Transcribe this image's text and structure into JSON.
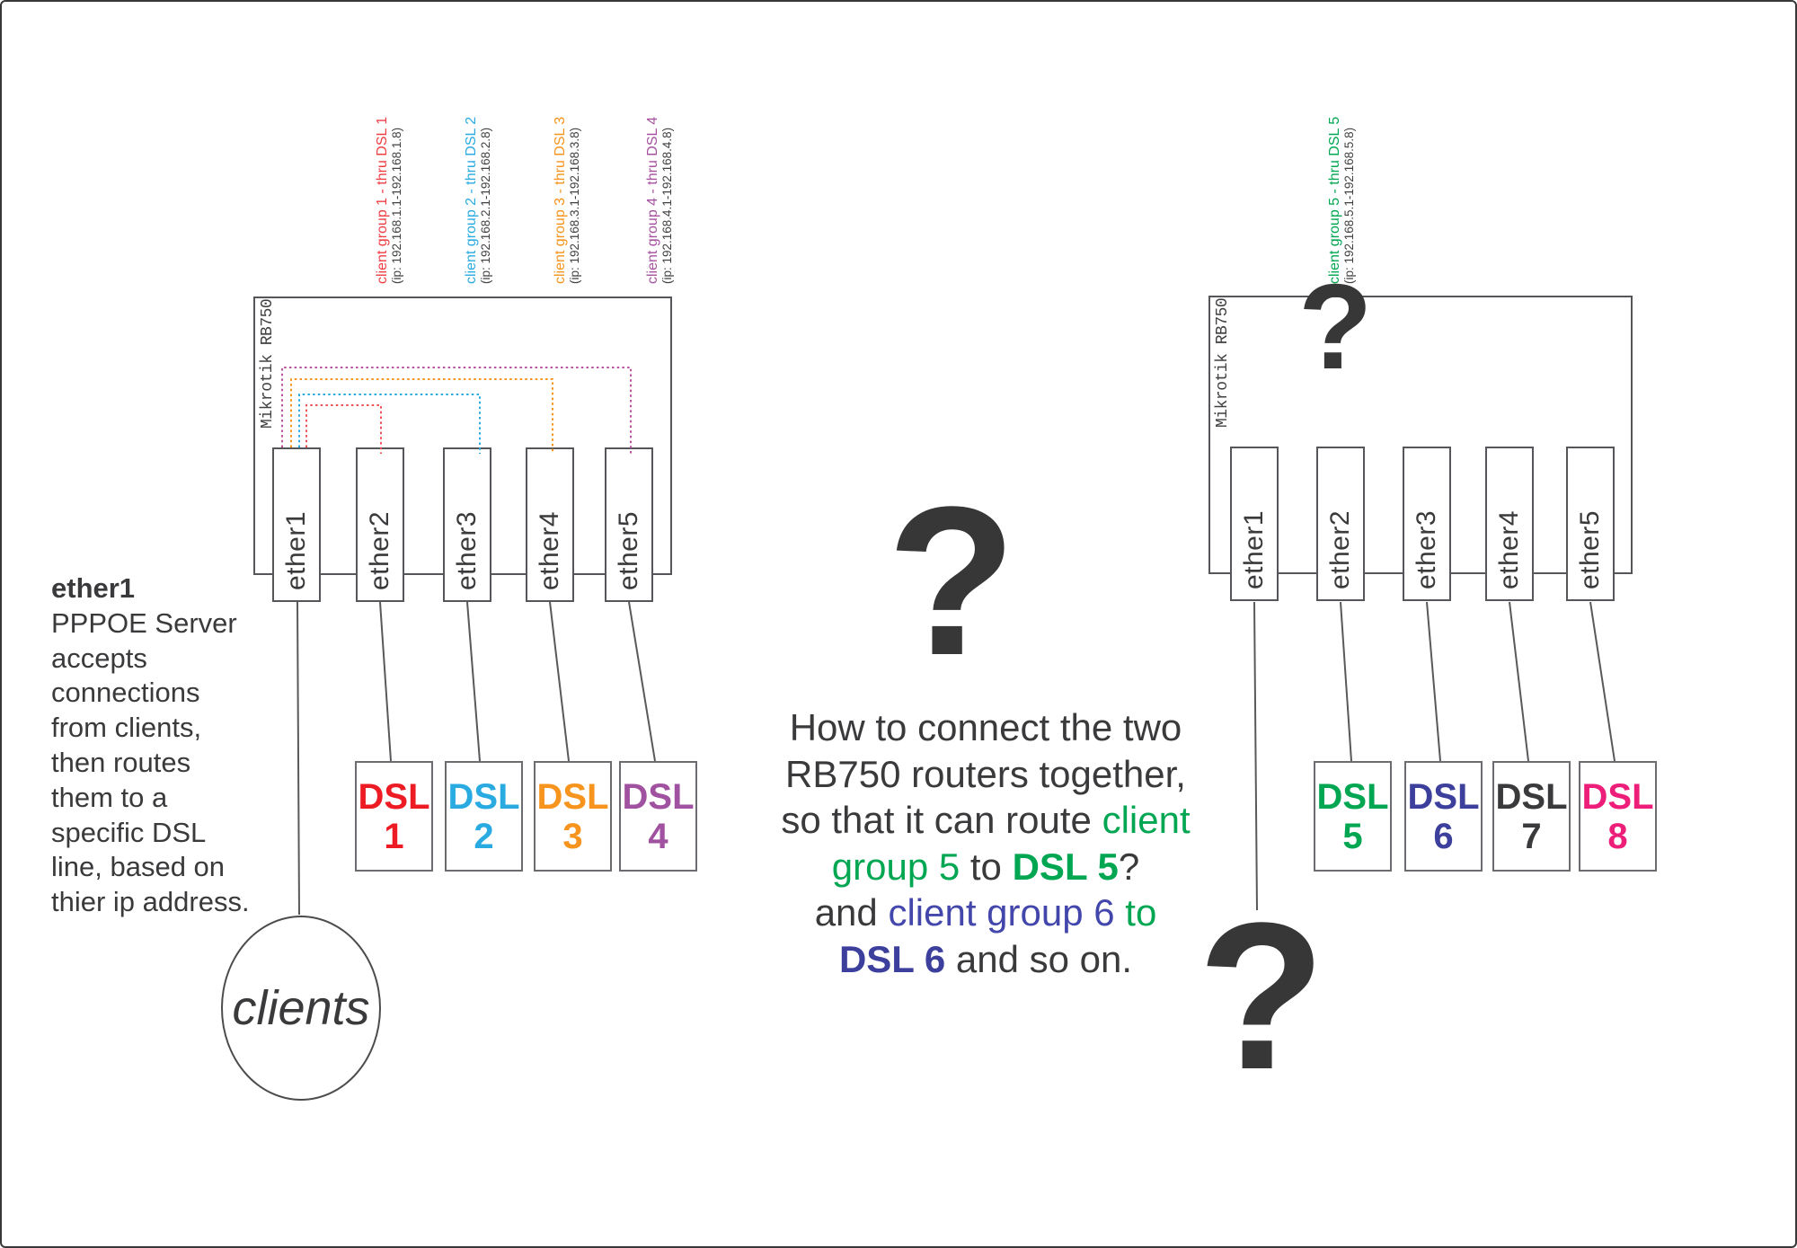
{
  "colors": {
    "dark": "#3a3a3c",
    "line_gray": "#58595b",
    "wire_red": "#ef5053",
    "wire_cyan": "#29abe2",
    "wire_orange": "#f7941d",
    "wire_purple": "#bc53a0"
  },
  "left_router": {
    "name": "Mikrotik RB750",
    "ports": [
      "ether1",
      "ether2",
      "ether3",
      "ether4",
      "ether5"
    ]
  },
  "right_router": {
    "name": "Mikrotik RB750",
    "ports": [
      "ether1",
      "ether2",
      "ether3",
      "ether4",
      "ether5"
    ]
  },
  "client_groups": [
    {
      "title": "client group 1 - thru DSL 1",
      "ip": "(ip: 192.168.1.1-192.168.1.8)",
      "color": "#ee3e42"
    },
    {
      "title": "client group 2 - thru DSL 2",
      "ip": "(ip: 192.168.2.1-192.168.2.8)",
      "color": "#29abe2"
    },
    {
      "title": "client group 3 - thru DSL 3",
      "ip": "(ip: 192.168.3.1-192.168.3.8)",
      "color": "#f7941d"
    },
    {
      "title": "client group 4 - thru DSL 4",
      "ip": "(ip: 192.168.4.1-192.168.4.8)",
      "color": "#a6519f"
    },
    {
      "title": "client group 5 - thru DSL 5",
      "ip": "(ip: 192.168.5.1-192.168.5.8)",
      "color": "#00a651"
    }
  ],
  "dsl_lines": [
    {
      "line1": "DSL",
      "line2": "1",
      "color": "#ed1c24"
    },
    {
      "line1": "DSL",
      "line2": "2",
      "color": "#29abe2"
    },
    {
      "line1": "DSL",
      "line2": "3",
      "color": "#f7941d"
    },
    {
      "line1": "DSL",
      "line2": "4",
      "color": "#a0519f"
    },
    {
      "line1": "DSL",
      "line2": "5",
      "color": "#00a651"
    },
    {
      "line1": "DSL",
      "line2": "6",
      "color": "#3d3f9c"
    },
    {
      "line1": "DSL",
      "line2": "7",
      "color": "#3a3a3c"
    },
    {
      "line1": "DSL",
      "line2": "8",
      "color": "#ed1e79"
    }
  ],
  "left_note": {
    "title": "ether1",
    "lines": [
      "PPPOE Server",
      "accepts",
      "connections",
      "from clients,",
      "then routes",
      "them to a",
      "specific DSL",
      "line, based on",
      "thier ip address."
    ]
  },
  "clients_label": "clients",
  "question_marks": {
    "middle": "?",
    "router": "?",
    "bottom": "?"
  },
  "question_text": {
    "line1": [
      {
        "text": "How to connect the two",
        "color": "#3a3a3c",
        "weight": "400"
      }
    ],
    "line2": [
      {
        "text": "RB750 routers together,",
        "color": "#3a3a3c",
        "weight": "400"
      }
    ],
    "line3": [
      {
        "text": "so that it can route ",
        "color": "#3a3a3c",
        "weight": "400"
      },
      {
        "text": "client",
        "color": "#00a651",
        "weight": "400"
      }
    ],
    "line4": [
      {
        "text": "group 5",
        "color": "#00a651",
        "weight": "400"
      },
      {
        "text": " to ",
        "color": "#3a3a3c",
        "weight": "400"
      },
      {
        "text": "DSL 5",
        "color": "#00a651",
        "weight": "700"
      },
      {
        "text": "?",
        "color": "#3a3a3c",
        "weight": "400"
      }
    ],
    "line5": [
      {
        "text": "and ",
        "color": "#3a3a3c",
        "weight": "400"
      },
      {
        "text": "client group 6",
        "color": "#4347ab",
        "weight": "400"
      },
      {
        "text": " ",
        "color": "#3a3a3c",
        "weight": "400"
      },
      {
        "text": "to",
        "color": "#00a651",
        "weight": "400"
      }
    ],
    "line6": [
      {
        "text": "DSL 6",
        "color": "#3d3f9c",
        "weight": "700"
      },
      {
        "text": " and so on.",
        "color": "#3a3a3c",
        "weight": "400"
      }
    ]
  }
}
